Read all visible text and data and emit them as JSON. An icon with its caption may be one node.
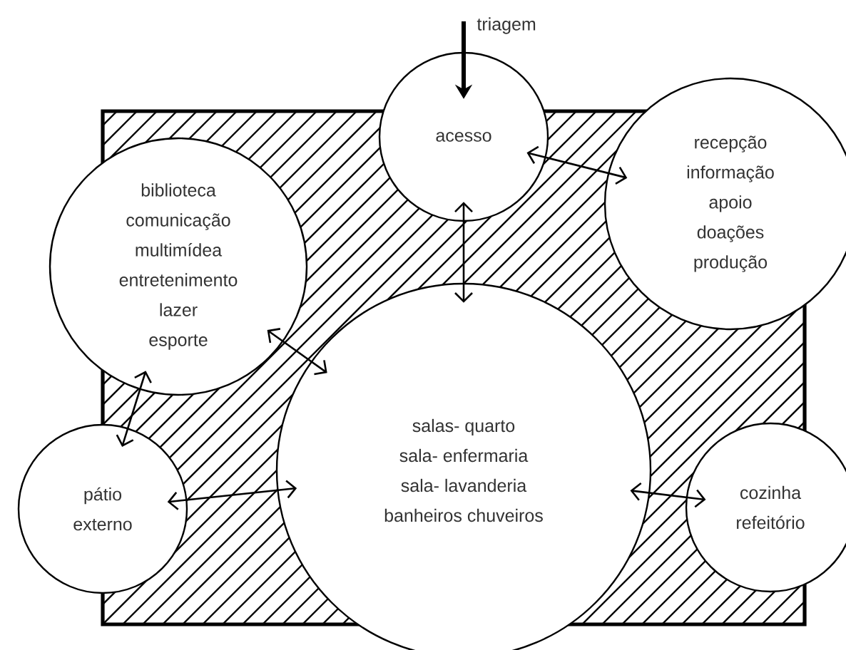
{
  "diagram": {
    "nodes": [
      {
        "text": [
          "acesso"
        ]
      },
      {
        "text": [
          "recepção",
          "informação",
          "apoio",
          "doações",
          "produção"
        ]
      },
      {
        "text": [
          "biblioteca",
          "comunicação",
          "multimídea",
          "entretenimento",
          "lazer",
          "esporte"
        ]
      },
      {
        "text": [
          "salas- quarto",
          "sala- enfermaria",
          "sala- lavanderia",
          "banheiros chuveiros"
        ]
      },
      {
        "text": [
          "pátio externo"
        ]
      },
      {
        "text": [
          "cozinha",
          "refeitório"
        ]
      },
      {
        "text": [
          "triagem"
        ]
      }
    ],
    "edges": [
      {
        "from": 6,
        "to": 0,
        "arrow": "to",
        "style": "thick"
      },
      {
        "from": 0,
        "to": 1,
        "arrow": "both"
      },
      {
        "from": 0,
        "to": 3,
        "arrow": "both"
      },
      {
        "from": 2,
        "to": 3,
        "arrow": "both"
      },
      {
        "from": 2,
        "to": 4,
        "arrow": "both"
      },
      {
        "from": 4,
        "to": 3,
        "arrow": "both"
      },
      {
        "from": 3,
        "to": 5,
        "arrow": "both"
      }
    ]
  }
}
